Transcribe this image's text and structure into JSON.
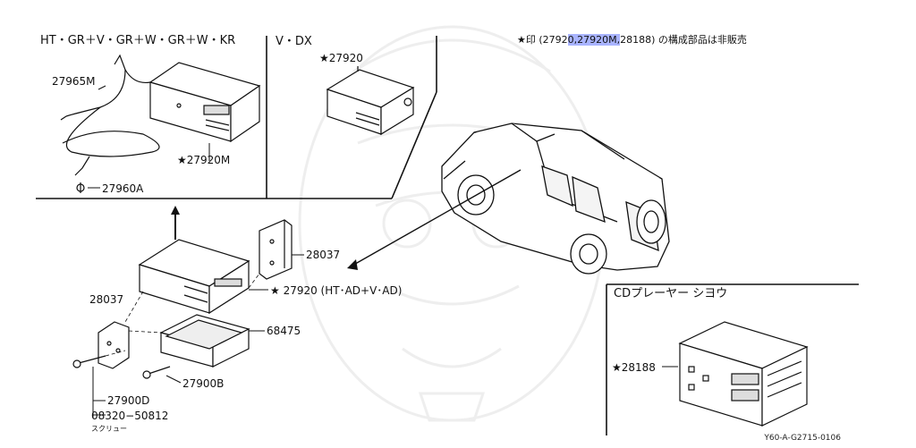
{
  "section_titles": {
    "top_left": "HT・GR＋V・GR＋W・GR＋W・KR",
    "top_mid": "V・DX",
    "cd_player": "CDプレーヤー シヨウ"
  },
  "note": {
    "prefix": "★印 (2792",
    "highlight": "0,27920M,",
    "suffix": "28188) の構成部品は非販売"
  },
  "labels": {
    "p27965M": "27965M",
    "p27920M": "★27920M",
    "p27960A": "27960A",
    "p27920_vdx": "★27920",
    "p28037_bracket": "28037",
    "p28037_left": "28037",
    "p27920_main": "★ 27920 (HT･AD+V･AD)",
    "p68475": "68475",
    "p27900D": "27900D",
    "p27900B": "27900B",
    "p08320": "08320−50812",
    "screw": "スクリュー",
    "p28188": "★28188"
  },
  "reference_code": "Y60-A-G2715-0106"
}
